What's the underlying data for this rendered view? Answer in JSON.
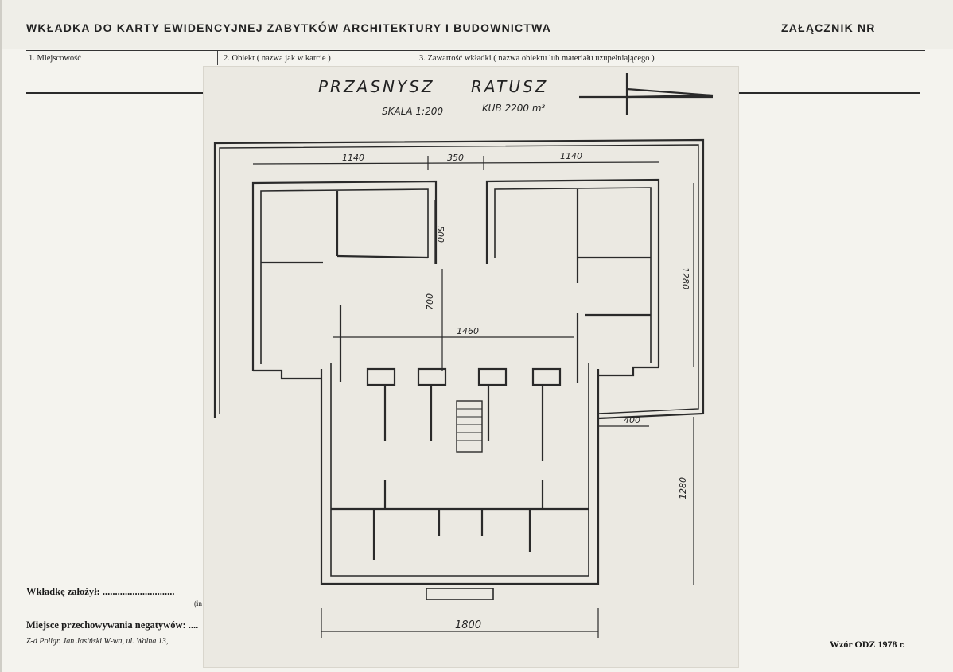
{
  "header": {
    "title": "WKŁADKA DO KARTY EWIDENCYJNEJ ZABYTKÓW ARCHITEKTURY I BUDOWNICTWA",
    "attachment": "ZAŁĄCZNIK NR"
  },
  "columns": {
    "col1": "1. Miejscowość",
    "col2": "2. Obiekt ( nazwa jak w karcie )",
    "col3": "3. Zawartość wkładki ( nazwa obiektu lub materiału uzupełniającego )"
  },
  "drawing": {
    "title_place": "PRZASNYSZ",
    "title_object": "RATUSZ",
    "scale": "SKALA 1:200",
    "volume": "KUB 2200 m³",
    "dims": {
      "d1140a": "1140",
      "d350": "350",
      "d1140b": "1140",
      "d500": "500",
      "d700": "700",
      "d1460": "1460",
      "d1280a": "1280",
      "d400": "400",
      "d1280b": "1280",
      "d1800": "1800"
    }
  },
  "footer": {
    "founded_by": "Wkładkę założył: .............................",
    "founded_note": "(in",
    "storage": "Miejsce przechowywania negatywów: ....",
    "printer": "Z-d Poligr. Jan Jasiński W-wa, ul. Wolna 13,",
    "form": "Wzór ODZ 1978 r."
  }
}
